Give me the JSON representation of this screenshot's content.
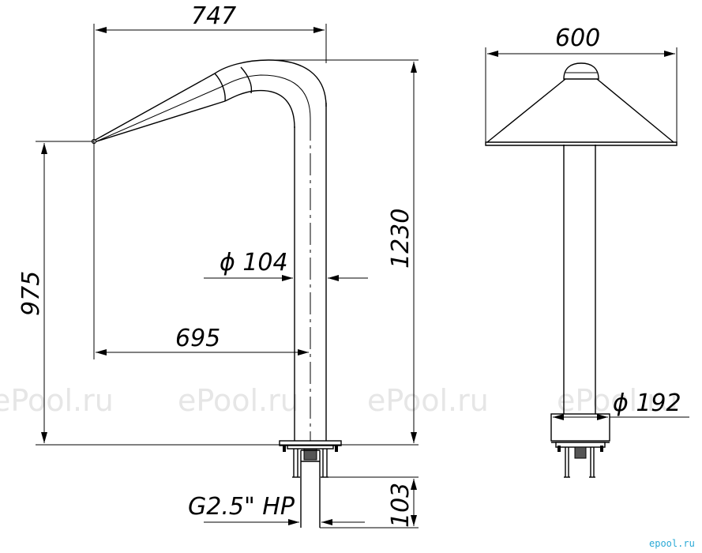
{
  "dimensions": {
    "width_total": "747",
    "width_top_view": "600",
    "height_total": "1230",
    "height_outlet": "975",
    "reach": "695",
    "pipe_diameter": "ϕ 104",
    "base_diameter": "ϕ 192",
    "thread": "G2.5\" HP",
    "base_height": "103"
  },
  "watermark": {
    "text": "ePool.ru"
  },
  "site_label": "epool.ru"
}
